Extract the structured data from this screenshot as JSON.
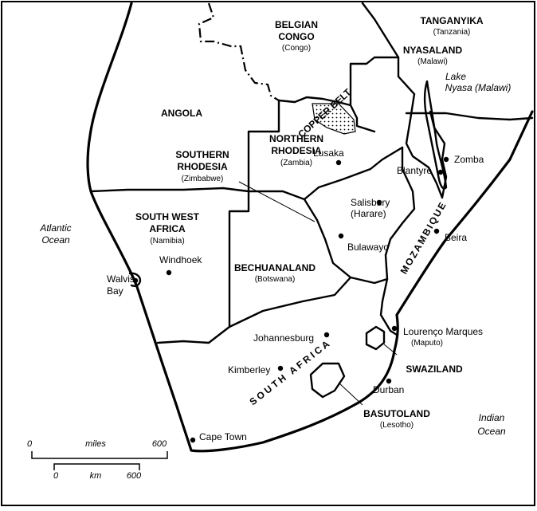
{
  "map": {
    "regions": [
      {
        "id": "belgian-congo",
        "name_lines": [
          "BELGIAN",
          "CONGO"
        ],
        "modern": "(Congo)"
      },
      {
        "id": "tanganyika",
        "name_lines": [
          "TANGANYIKA"
        ],
        "modern": "(Tanzania)"
      },
      {
        "id": "nyasaland",
        "name_lines": [
          "NYASALAND"
        ],
        "modern": "(Malawi)"
      },
      {
        "id": "angola",
        "name_lines": [
          "ANGOLA"
        ],
        "modern": ""
      },
      {
        "id": "northern-rhodesia",
        "name_lines": [
          "NORTHERN",
          "RHODESIA"
        ],
        "modern": "(Zambia)"
      },
      {
        "id": "southern-rhodesia",
        "name_lines": [
          "SOUTHERN",
          "RHODESIA"
        ],
        "modern": "(Zimbabwe)"
      },
      {
        "id": "south-west-africa",
        "name_lines": [
          "SOUTH WEST",
          "AFRICA"
        ],
        "modern": "(Namibia)"
      },
      {
        "id": "bechuanaland",
        "name_lines": [
          "BECHUANALAND"
        ],
        "modern": "(Botswana)"
      },
      {
        "id": "swaziland",
        "name_lines": [
          "SWAZILAND"
        ],
        "modern": ""
      },
      {
        "id": "basutoland",
        "name_lines": [
          "BASUTOLAND"
        ],
        "modern": "(Lesotho)"
      }
    ],
    "rotated_labels": {
      "copper_belt": "COPPER BELT",
      "mozambique": "MOZAMBIQUE",
      "south_africa": "SOUTH AFRICA"
    },
    "water_bodies": {
      "lake_line1": "Lake",
      "lake_line2": "Nyasa (Malawi)",
      "atlantic_line1": "Atlantic",
      "atlantic_line2": "Ocean",
      "indian_line1": "Indian",
      "indian_line2": "Ocean"
    },
    "cities": [
      {
        "id": "lusaka",
        "name": "Lusaka"
      },
      {
        "id": "zomba",
        "name": "Zomba"
      },
      {
        "id": "blantyre",
        "name": "Blantyre"
      },
      {
        "id": "salisbury",
        "name": "Salisbury",
        "modern": "(Harare)"
      },
      {
        "id": "bulawayo",
        "name": "Bulawayo"
      },
      {
        "id": "beira",
        "name": "Beira"
      },
      {
        "id": "windhoek",
        "name": "Windhoek"
      },
      {
        "id": "walvis-bay",
        "name_lines": [
          "Walvis",
          "Bay"
        ]
      },
      {
        "id": "johannesburg",
        "name": "Johannesburg"
      },
      {
        "id": "lourenco-marques",
        "name": "Lourenço Marques",
        "modern": "(Maputo)"
      },
      {
        "id": "kimberley",
        "name": "Kimberley"
      },
      {
        "id": "durban",
        "name": "Durban"
      },
      {
        "id": "cape-town",
        "name": "Cape Town"
      }
    ],
    "scale_bars": {
      "miles": {
        "start": "0",
        "unit": "miles",
        "end": "600"
      },
      "km": {
        "start": "0",
        "unit": "km",
        "end": "600"
      }
    }
  }
}
